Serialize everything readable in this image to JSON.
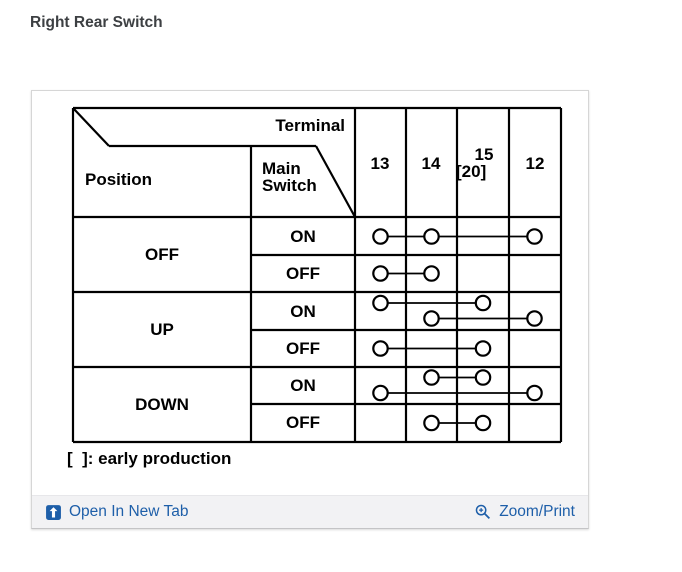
{
  "page_title": "Right Rear Switch",
  "colors": {
    "link_blue": "#1e5fa9",
    "diagram_ink": "#000000",
    "footer_bg": "#f2f2f4"
  },
  "diagram": {
    "header": {
      "terminal_label": "Terminal",
      "position_label": "Position",
      "main_switch_line1": "Main",
      "main_switch_line2": "Switch"
    },
    "columns": [
      {
        "label": "13"
      },
      {
        "label": "14"
      },
      {
        "label": "15",
        "alt": "[20]"
      },
      {
        "label": "12"
      }
    ],
    "rows": [
      {
        "position": "OFF",
        "states": [
          {
            "main_switch": "ON",
            "links": [
              [
                "13",
                "14",
                "12"
              ]
            ]
          },
          {
            "main_switch": "OFF",
            "links": [
              [
                "13",
                "14"
              ]
            ]
          }
        ]
      },
      {
        "position": "UP",
        "states": [
          {
            "main_switch": "ON",
            "links": [
              [
                "13",
                "15"
              ],
              [
                "14",
                "12"
              ]
            ]
          },
          {
            "main_switch": "OFF",
            "links": [
              [
                "13",
                "15"
              ]
            ]
          }
        ]
      },
      {
        "position": "DOWN",
        "states": [
          {
            "main_switch": "ON",
            "links": [
              [
                "14",
                "15"
              ],
              [
                "13",
                "12"
              ]
            ]
          },
          {
            "main_switch": "OFF",
            "links": [
              [
                "14",
                "15"
              ]
            ]
          }
        ]
      }
    ],
    "caption": "[  ]: early production"
  },
  "footer": {
    "open_in_new_tab_label": "Open In New Tab",
    "zoom_print_label": "Zoom/Print"
  }
}
